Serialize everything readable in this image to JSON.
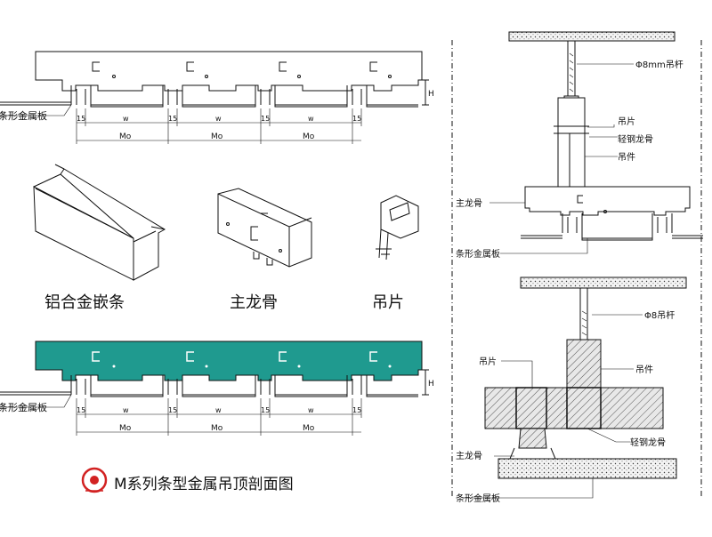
{
  "labels": {
    "strip_plate_top": "条形金属板",
    "strip_plate_bottom": "条形金属板",
    "dim_15": "15",
    "dim_w": "w",
    "dim_mo": "Mo",
    "dim_h": "H",
    "alu_strip": "铝合金嵌条",
    "main_keel": "主龙骨",
    "hanger_piece": "吊片",
    "title": "M系列条型金属吊顶剖面图"
  },
  "right_top": {
    "rod": "Φ8mm吊杆",
    "hanger_piece": "吊片",
    "light_keel": "轻钢龙骨",
    "hanger": "吊件",
    "main_keel": "主龙骨",
    "strip_plate": "条形金属板"
  },
  "right_bottom": {
    "rod": "Φ8吊杆",
    "hanger_piece": "吊片",
    "hanger": "吊件",
    "light_keel": "轻钢龙骨",
    "main_keel": "主龙骨",
    "strip_plate": "条形金属板"
  },
  "colors": {
    "teal_fill": "#1f9a8f",
    "logo_red": "#d22222"
  }
}
